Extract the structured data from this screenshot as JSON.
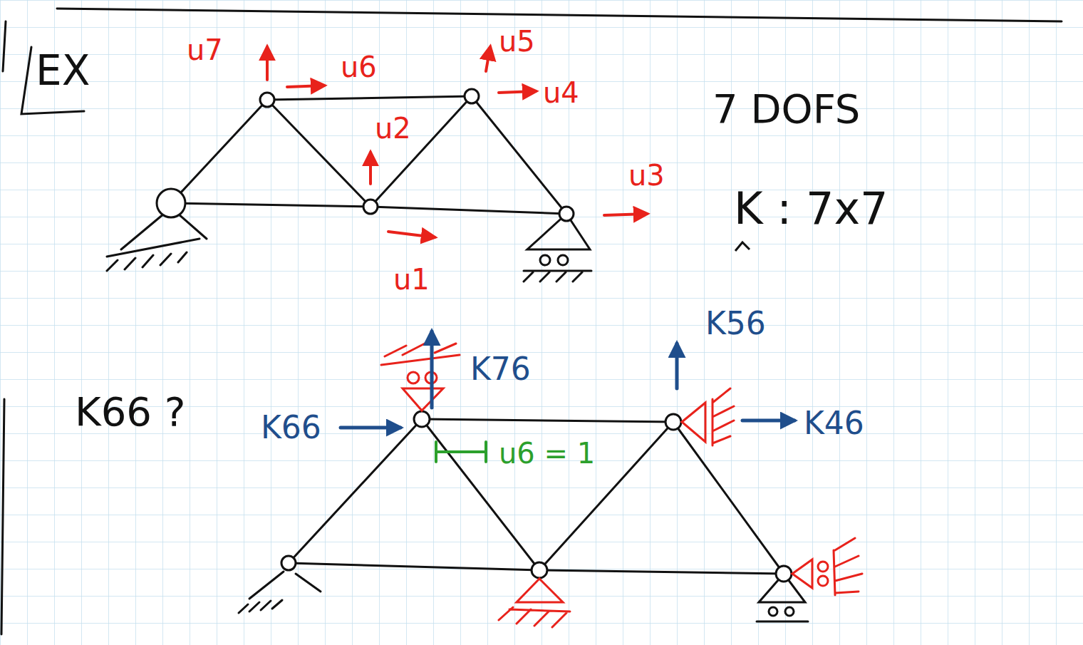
{
  "diagram": {
    "labels": [
      "EX",
      "u7",
      "u6",
      "u5",
      "u4",
      "u2",
      "u3",
      "u1",
      "7 DOFS",
      "K : 7x7",
      "K66 ?",
      "K76",
      "K66",
      "K56",
      "K46",
      "u6 = 1"
    ]
  }
}
